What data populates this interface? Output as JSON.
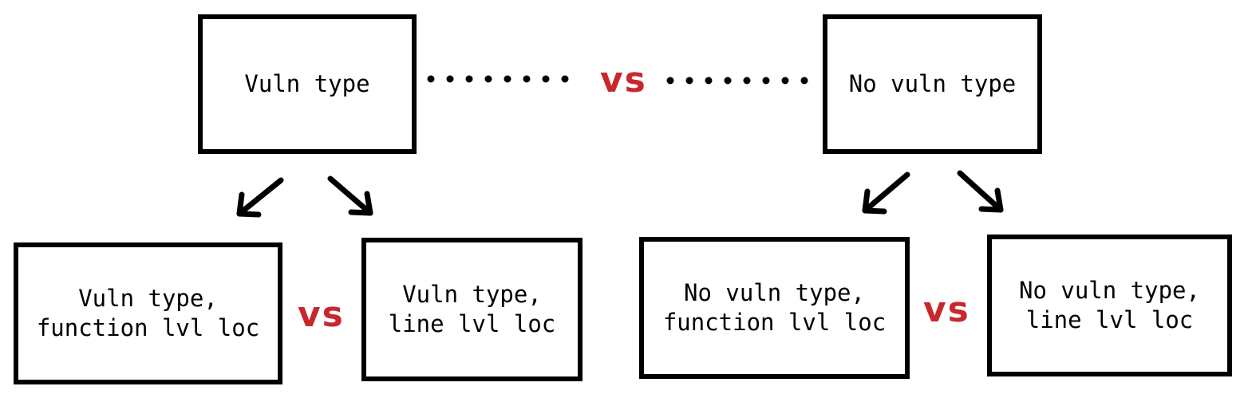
{
  "colors": {
    "vs": "#c8282d",
    "stroke": "#000000",
    "background": "#ffffff"
  },
  "top_left": {
    "label": "Vuln type"
  },
  "top_right": {
    "label": "No vuln type"
  },
  "top_vs": "vs",
  "bottom": [
    {
      "label": "Vuln type,\nfunction lvl loc"
    },
    {
      "label": "Vuln type,\nline lvl loc"
    },
    {
      "label": "No vuln type,\nfunction lvl loc"
    },
    {
      "label": "No vuln type,\nline lvl loc"
    }
  ],
  "left_vs": "vs",
  "right_vs": "vs",
  "icons": {
    "dotted_connector": "dotted-line",
    "arrows": "arrow-down-left / arrow-down-right"
  }
}
